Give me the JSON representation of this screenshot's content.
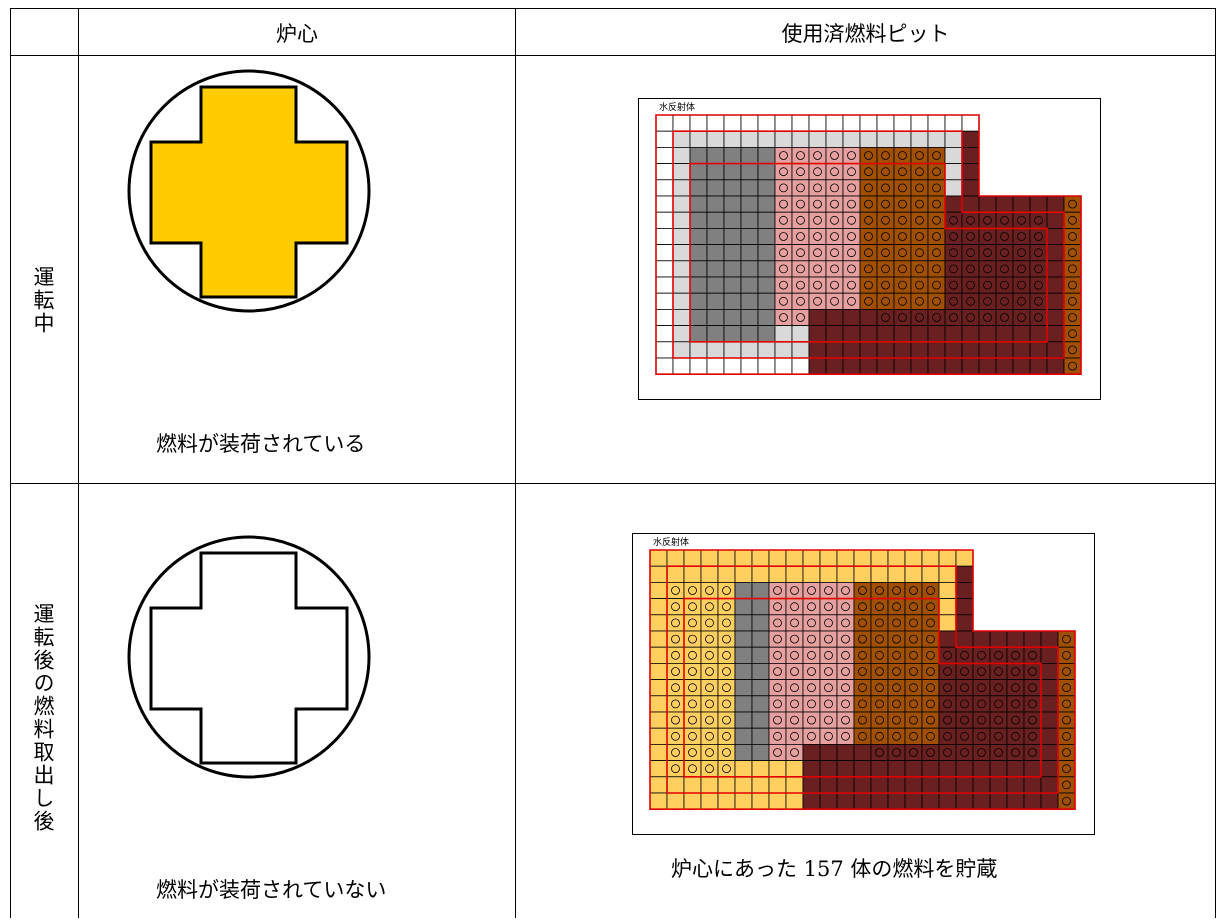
{
  "header": {
    "reactor_core": "炉心",
    "spent_fuel_pit": "使用済燃料ピット"
  },
  "rows": [
    {
      "label": "運転中",
      "core_caption": "燃料が装荷されている",
      "core_fill": "#ffcc00",
      "pit_label": "水反射体",
      "pit_caption": ""
    },
    {
      "label": "運転後の燃料取出し後",
      "core_caption": "燃料が装荷されていない",
      "core_fill": "#ffffff",
      "pit_label": "水反射体",
      "pit_caption": "炉心にあった 157 体の燃料を貯蔵"
    }
  ],
  "colors": {
    "border": "#000000",
    "rack_outline": "#e00000",
    "empty": "#ffffff",
    "light_gray": "#d9d9d9",
    "dark_gray": "#808080",
    "pink": "#e6a0a0",
    "orange_brown": "#a05000",
    "dark_maroon": "#6a2020",
    "yellow_fuel": "#ffd060"
  }
}
